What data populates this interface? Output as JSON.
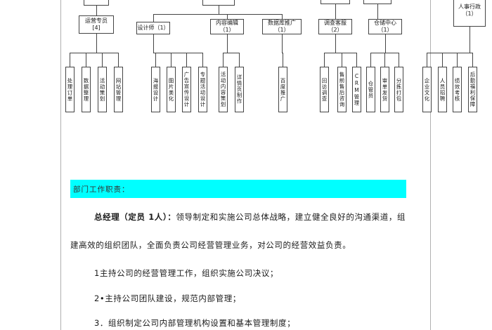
{
  "page": {
    "section_heading": "部门工作职责：",
    "paragraphs": {
      "p1_lead": "总经理（定员 1人）：",
      "p1_rest": "领导制定和实施公司总体战略，建立健全良好的沟通渠道，组",
      "p2": "建高效的组织团队，全面负责公司经营管理业务，对公司的经营效益负责。",
      "p3": "1主持公司的经营管理工作，组织实施公司决议；",
      "p4": "2•主持公司团队建设，规范内部管理；",
      "p5": "3．组织制定公司内部管理机构设置和基本管理制度；"
    }
  },
  "org_chart": {
    "branches": [
      {
        "label_lines": [
          "运营专员",
          "[4]"
        ],
        "children": [
          "处理订单",
          "数据整理",
          "活动策划",
          "网站管理"
        ]
      },
      {
        "label_lines": [
          "设计师（1）"
        ],
        "children": [
          "海报设计",
          "图片美化",
          "广告宣传设计",
          "专题活动设计"
        ]
      },
      {
        "label_lines": [
          "内容编辑",
          "（1）"
        ],
        "children": [
          "活动内容策划",
          "详情页制作"
        ]
      },
      {
        "label_lines": [
          "数据库推广",
          "（1）"
        ],
        "children": [
          "百度推广"
        ]
      },
      {
        "label_lines": [
          "调查客服",
          "（2）"
        ],
        "children": [
          "回访调查",
          "售前售后咨询",
          "CRM管理"
        ]
      },
      {
        "label_lines": [
          "仓储中心",
          "（1）"
        ],
        "children": [
          "仓管员",
          "审单发货",
          "分拣打包"
        ]
      },
      {
        "label_lines": [
          "人事行政",
          "（1）"
        ],
        "children": [
          "企业文化",
          "人员招聘",
          "绩效考核",
          "后勤福利保障"
        ]
      }
    ]
  },
  "colors": {
    "highlight": "#00ffff",
    "chart_line": "#444444",
    "page_border": "#b0b0b0",
    "heading_text": "#333333",
    "body_text": "#1a1a1a"
  }
}
